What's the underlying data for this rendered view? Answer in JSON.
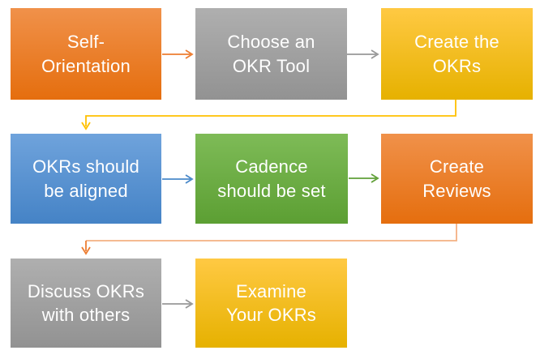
{
  "boxes": [
    {
      "label": "Self-\nOrientation",
      "color_top": "#F0914A",
      "color_bottom": "#E56E0E",
      "text_color": "#FFFFFF"
    },
    {
      "label": "Choose an\nOKR Tool",
      "color_top": "#AFAFAF",
      "color_bottom": "#929292",
      "text_color": "#FFFFFF"
    },
    {
      "label": "Create the\nOKRs",
      "color_top": "#FFC943",
      "color_bottom": "#E6B100",
      "text_color": "#FFFFFF"
    },
    {
      "label": "OKRs should\nbe aligned",
      "color_top": "#6FA3DC",
      "color_bottom": "#4583C6",
      "text_color": "#FFFFFF"
    },
    {
      "label": "Cadence\nshould be set",
      "color_top": "#7EBB57",
      "color_bottom": "#5C9F33",
      "text_color": "#FFFFFF"
    },
    {
      "label": "Create\nReviews",
      "color_top": "#F0914A",
      "color_bottom": "#E56E0E",
      "text_color": "#FFFFFF"
    },
    {
      "label": "Discuss OKRs\nwith others",
      "color_top": "#AFAFAF",
      "color_bottom": "#929292",
      "text_color": "#FFFFFF"
    },
    {
      "label": "Examine\nYour OKRs",
      "color_top": "#FFC943",
      "color_bottom": "#E6B100",
      "text_color": "#FFFFFF"
    }
  ],
  "connectors": [
    {
      "name": "self-orientation-to-choose-tool",
      "color": "#ED7D31"
    },
    {
      "name": "choose-tool-to-create-okrs",
      "color": "#989898"
    },
    {
      "name": "create-okrs-to-okrs-aligned",
      "color": "#FFC000"
    },
    {
      "name": "okrs-aligned-to-cadence",
      "color": "#4A89C9"
    },
    {
      "name": "cadence-to-create-reviews",
      "color": "#61A038"
    },
    {
      "name": "create-reviews-to-discuss",
      "color": "#F4B183",
      "arrow_color": "#ED7D31"
    },
    {
      "name": "discuss-to-examine",
      "color": "#989898"
    }
  ]
}
